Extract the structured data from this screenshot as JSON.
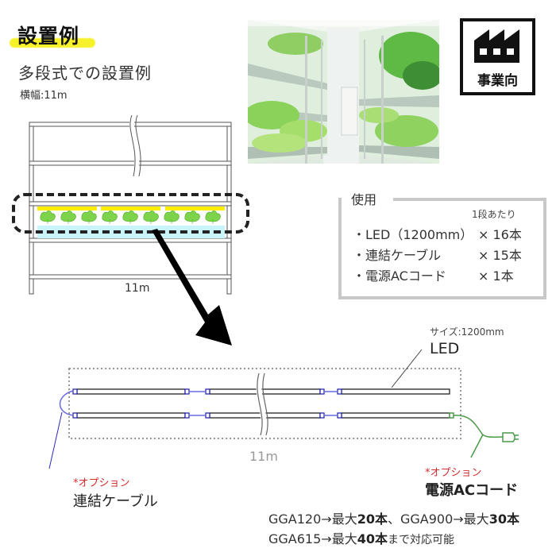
{
  "header": {
    "title": "設置例",
    "subtitle": "多段式での設置例",
    "width_label": "横幅:11m"
  },
  "photo": {
    "alt": "vertical-farm-shelves-photo"
  },
  "badge": {
    "icon": "factory-icon",
    "label": "事業向"
  },
  "shelf_diagram": {
    "width_label": "11m",
    "plant_count": 9,
    "led_strip_count": 3,
    "colors": {
      "led": "#ffee00",
      "water": "#c8f4fa",
      "plant": "#7dd34a",
      "frame": "#888888"
    }
  },
  "usage": {
    "title": "使用",
    "per_tier": "1段あたり",
    "items": [
      {
        "name": "・LED（1200mm）",
        "qty": "× 16本"
      },
      {
        "name": "・連結ケーブル",
        "qty": "× 15本"
      },
      {
        "name": "・電源ACコード",
        "qty": "× 1本"
      }
    ]
  },
  "wiring_diagram": {
    "led_size": "サイズ:1200mm",
    "led_label": "LED",
    "length_label": "11m",
    "left_option": "*オプション",
    "left_label": "連結ケーブル",
    "right_option": "*オプション",
    "right_label": "電源ACコード",
    "colors": {
      "connector": "#1a1aa8",
      "link_cable": "#6a6ae0",
      "power_cord": "#4a9a4a",
      "option_text": "#d32f2f"
    }
  },
  "notes": {
    "line1": {
      "a": "GGA120→最大",
      "a_bold": "20本",
      "b": "、GGA900→最大",
      "b_bold": "30本"
    },
    "line2": {
      "a": "GGA615→最大",
      "a_bold": "40本",
      "b": "まで対応可能"
    }
  }
}
